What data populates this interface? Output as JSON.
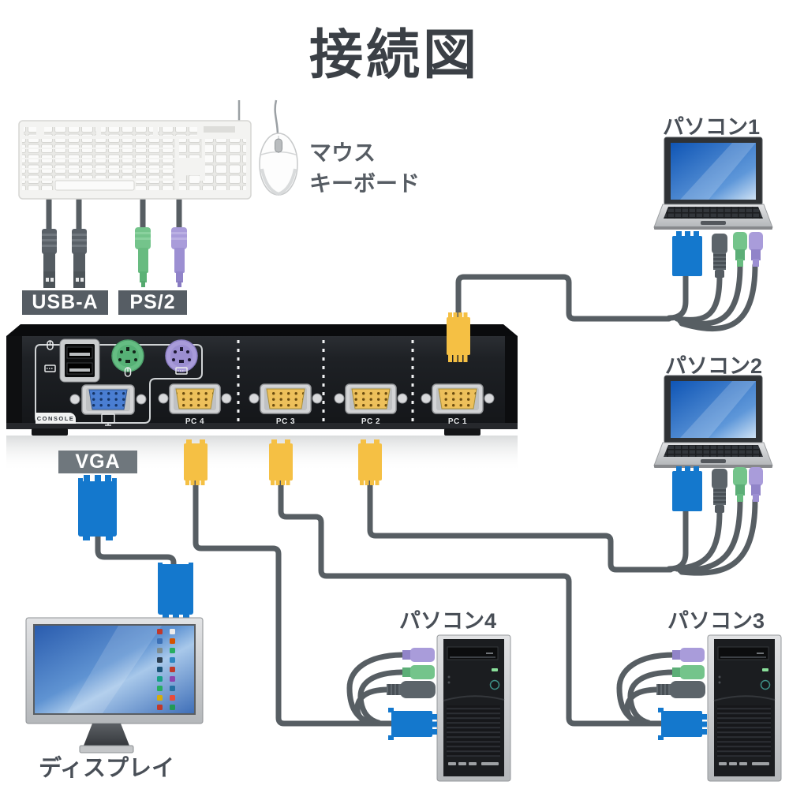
{
  "title": "接続図",
  "peripherals": {
    "mouse_label": "マウス",
    "keyboard_label": "キーボード"
  },
  "connector_labels": {
    "usb": "USB-A",
    "ps2": "PS/2",
    "vga": "VGA"
  },
  "kvm": {
    "console_label": "CONSOLE",
    "ports": [
      {
        "label": "PC 4"
      },
      {
        "label": "PC 3"
      },
      {
        "label": "PC 2"
      },
      {
        "label": "PC 1"
      }
    ]
  },
  "computers": [
    {
      "label": "パソコン1",
      "type": "laptop"
    },
    {
      "label": "パソコン2",
      "type": "laptop"
    },
    {
      "label": "パソコン3",
      "type": "tower"
    },
    {
      "label": "パソコン4",
      "type": "tower"
    }
  ],
  "display": {
    "label": "ディスプレイ"
  },
  "colors": {
    "cable": "#575e63",
    "kvm_cable_connector": "#f5c044",
    "vga_connector": "#1478cd",
    "ps2_mouse": "#74c48b",
    "ps2_keyboard": "#a99cda",
    "label_badge_bg": "#565d64",
    "vga_badge_bg": "#6f777d",
    "text_dark": "#3b4046"
  }
}
